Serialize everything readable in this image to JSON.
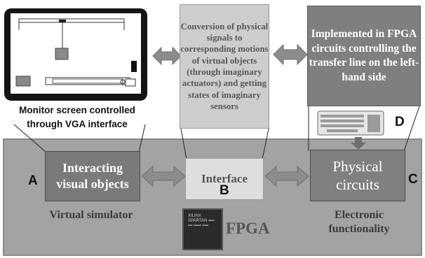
{
  "monitor": {
    "caption": "Monitor screen controlled through VGA interface"
  },
  "boxes": {
    "conversion": "Conversion of physical signals to corresponding motions of virtual objects (through imaginary actuators) and getting states of imaginary sensors",
    "implemented": "Implemented in FPGA circuits controlling the transfer line on the left-hand side",
    "interacting": "Interacting visual objects",
    "interface": "Interface",
    "physical": "Physical circuits"
  },
  "letters": {
    "a": "A",
    "b": "B",
    "c": "C",
    "d": "D"
  },
  "labels": {
    "virtual_simulator": "Virtual simulator",
    "electronic_functionality": "Electronic functionality",
    "fpga": "FPGA"
  },
  "colors": {
    "platform": "#a3a3a3",
    "dark_box": "#7a7a7a",
    "light_box": "#cdcdcd",
    "arrow": "#8c8c8c",
    "monitor_frame": "#141414"
  }
}
